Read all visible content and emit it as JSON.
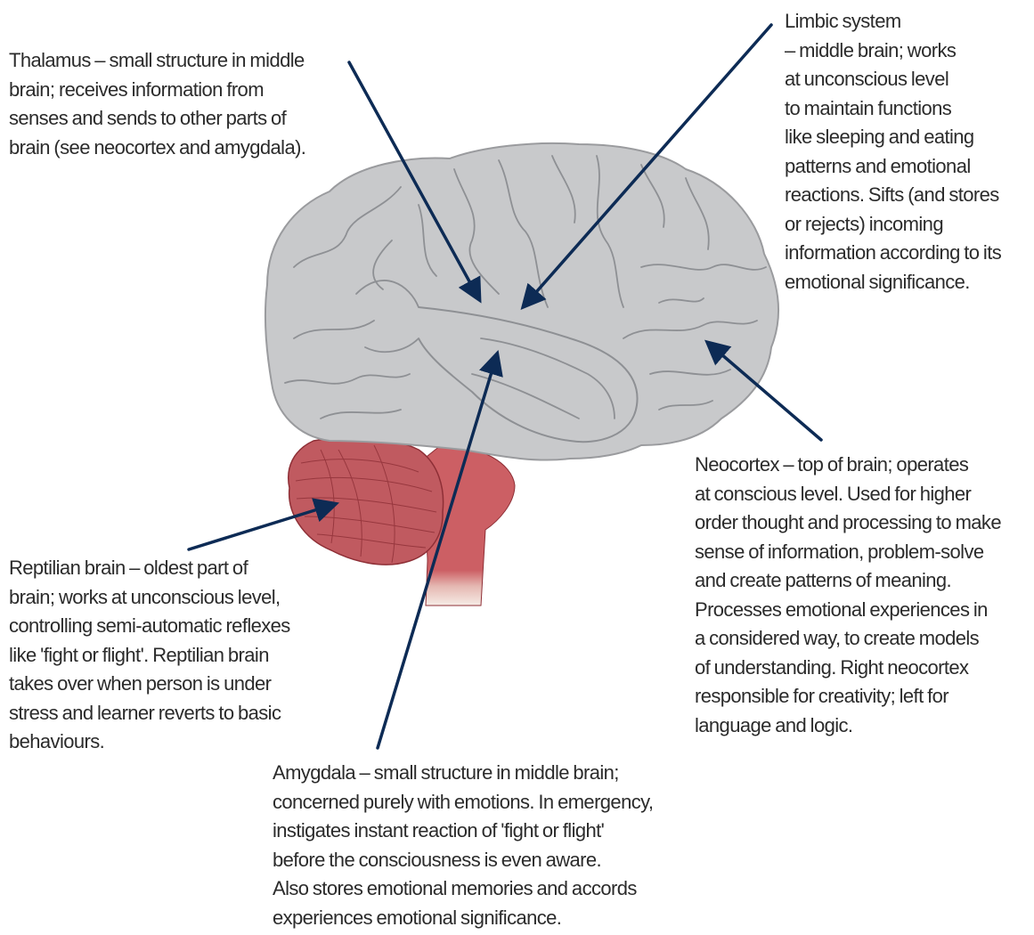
{
  "diagram": {
    "colors": {
      "cerebrum_fill": "#c8c9cb",
      "cerebrum_stroke": "#9a9b9e",
      "sulci": "#8e9094",
      "cerebellum_fill": "#c05a60",
      "cerebellum_stroke": "#8e2f36",
      "brainstem_fill": "#cc5f64",
      "arrow": "#0d2b55",
      "text": "#2b2b2b"
    },
    "labels": {
      "thalamus": [
        "Thalamus – small structure in middle",
        "brain; receives information from",
        "senses and sends to other parts of",
        "brain (see neocortex and amygdala)."
      ],
      "limbic": [
        "Limbic system",
        "– middle brain; works",
        "at unconscious level",
        "to maintain functions",
        "like sleeping and eating",
        "patterns and emotional",
        "reactions. Sifts (and stores",
        "or rejects) incoming",
        "information according to its",
        "emotional significance."
      ],
      "neocortex": [
        "Neocortex – top of brain; operates",
        "at conscious level. Used for higher",
        "order thought and processing to make",
        "sense of information, problem-solve",
        "and create patterns of meaning.",
        "Processes emotional experiences in",
        "a considered way, to create models",
        "of understanding. Right neocortex",
        "responsible for creativity; left for",
        "language and logic."
      ],
      "reptilian": [
        "Reptilian brain – oldest part of",
        "brain; works at unconscious level,",
        "controlling semi-automatic reflexes",
        "like 'fight or flight'. Reptilian brain",
        "takes over when person is under",
        "stress and learner reverts to basic",
        "behaviours."
      ],
      "amygdala": [
        "Amygdala – small structure in middle brain;",
        "concerned purely with emotions. In emergency,",
        "instigates instant reaction of 'fight or flight'",
        "before the consciousness is even aware.",
        "Also stores emotional memories and accords",
        "experiences emotional significance."
      ]
    }
  }
}
